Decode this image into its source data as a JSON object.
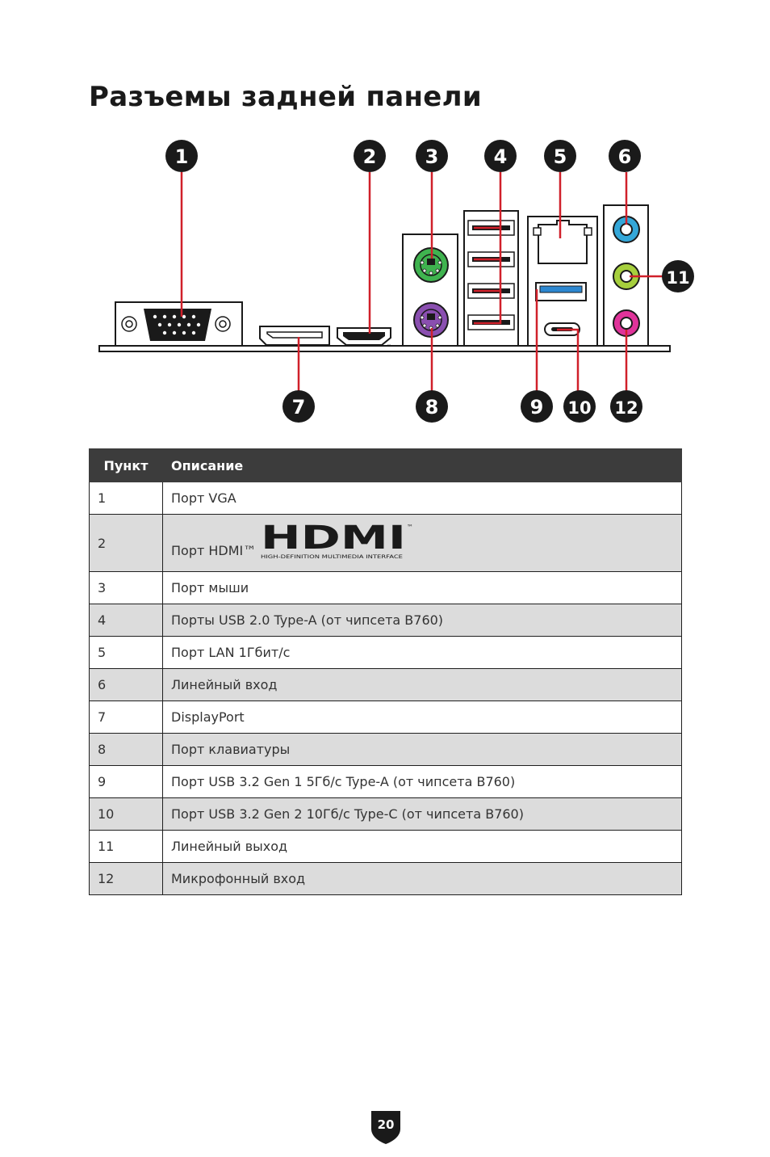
{
  "page": {
    "title": "Разъемы задней панели",
    "page_number": "20"
  },
  "diagram": {
    "callouts": [
      "1",
      "2",
      "3",
      "4",
      "5",
      "6",
      "7",
      "8",
      "9",
      "10",
      "11",
      "12"
    ],
    "hdmi_tm": "™",
    "colors": {
      "callout_bg": "#1a1a1a",
      "leader_line": "#d0202a",
      "ps2_mouse": "#3fb34f",
      "ps2_keyboard": "#8a4fb0",
      "usb3_blue": "#2c87d0",
      "audio_line_in": "#34a7d8",
      "audio_line_out": "#a6cf3d",
      "audio_mic": "#e0339a"
    }
  },
  "table": {
    "headers": {
      "item": "Пункт",
      "description": "Описание"
    },
    "hdmi_logo": {
      "wordmark": "HDMI",
      "tagline": "HIGH-DEFINITION MULTIMEDIA INTERFACE",
      "tm": "™"
    },
    "rows": [
      {
        "item": "1",
        "description": "Порт VGA"
      },
      {
        "item": "2",
        "description": "Порт HDMI™"
      },
      {
        "item": "3",
        "description": "Порт мыши"
      },
      {
        "item": "4",
        "description": "Порты USB 2.0 Type-A (от чипсета B760)"
      },
      {
        "item": "5",
        "description": "Порт LAN 1Гбит/с"
      },
      {
        "item": "6",
        "description": "Линейный вход"
      },
      {
        "item": "7",
        "description": "DisplayPort"
      },
      {
        "item": "8",
        "description": "Порт клавиатуры"
      },
      {
        "item": "9",
        "description": "Порт USB 3.2 Gen 1 5Гб/с Type-A (от чипсета B760)"
      },
      {
        "item": "10",
        "description": "Порт USB 3.2 Gen 2 10Гб/с Type-C (от чипсета B760)"
      },
      {
        "item": "11",
        "description": "Линейный выход"
      },
      {
        "item": "12",
        "description": "Микрофонный вход"
      }
    ]
  }
}
